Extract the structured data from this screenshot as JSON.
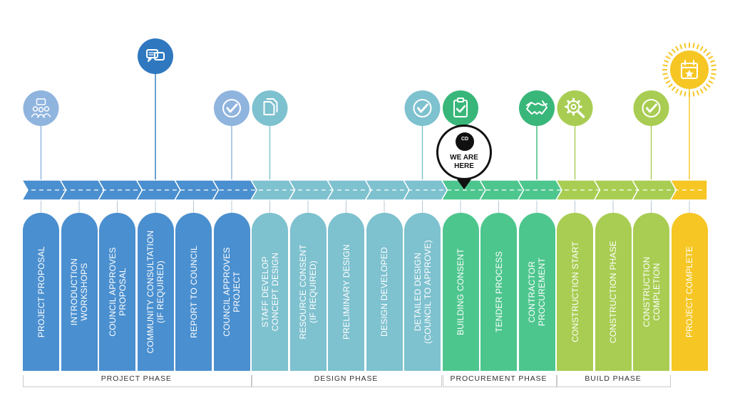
{
  "steps": [
    {
      "label": "PROJECT PROPOSAL",
      "color": "#4a8fcf"
    },
    {
      "label": "INTRODUCTION\nWORKSHOPS",
      "color": "#4a8fcf"
    },
    {
      "label": "COUNCIL APPROVES\nPROPOSAL",
      "color": "#4a8fcf"
    },
    {
      "label": "COMMUNITY CONSULTATION\n(IF REQUIRED)",
      "color": "#4a8fcf"
    },
    {
      "label": "REPORT TO COUNCIL",
      "color": "#4a8fcf"
    },
    {
      "label": "COUNCIL APPROVES\nPROJECT",
      "color": "#4a8fcf"
    },
    {
      "label": "STAFF DEVELOP\nCONCEPT DESIGN",
      "color": "#7ec1cf"
    },
    {
      "label": "RESOURCE CONSENT\n(IF REQUIRED)",
      "color": "#7ec1cf"
    },
    {
      "label": "PRELIMINARY DESIGN",
      "color": "#7ec1cf"
    },
    {
      "label": "DESIGN DEVELOPED",
      "color": "#7ec1cf"
    },
    {
      "label": "DETAILED DESIGN\n(COUNCIL TO APPROVE)",
      "color": "#7ec1cf"
    },
    {
      "label": "BUILDING CONSENT",
      "color": "#4dc68e"
    },
    {
      "label": "TENDER PROCESS",
      "color": "#4dc68e"
    },
    {
      "label": "CONTRACTOR\nPROCUREMENT",
      "color": "#4dc68e"
    },
    {
      "label": "CONSTRUCTION START",
      "color": "#a8cd52"
    },
    {
      "label": "CONSTRUCTION PHASE",
      "color": "#a8cd52"
    },
    {
      "label": "CONSTRUCTION\nCOMPLETION",
      "color": "#a8cd52"
    },
    {
      "label": "PROJECT COMPLETE",
      "color": "#f6c624"
    }
  ],
  "milestones": [
    {
      "step": 0,
      "icon": "meeting-icon",
      "color": "#8fb4de"
    },
    {
      "step": 3,
      "icon": "chat-bubbles-icon",
      "color": "#2f78c0"
    },
    {
      "step": 5,
      "icon": "check-icon",
      "color": "#8fb4de"
    },
    {
      "step": 6,
      "icon": "documents-icon",
      "color": "#7ec1cf"
    },
    {
      "step": 10,
      "icon": "check-icon",
      "color": "#7ec1cf"
    },
    {
      "step": 11,
      "icon": "clipboard-check-icon",
      "color": "#39b77a"
    },
    {
      "step": 13,
      "icon": "handshake-icon",
      "color": "#39b77a"
    },
    {
      "step": 14,
      "icon": "gear-wrench-icon",
      "color": "#a8cd52"
    },
    {
      "step": 16,
      "icon": "check-icon",
      "color": "#a8cd52"
    },
    {
      "step": 17,
      "icon": "calendar-star-icon",
      "color": "#f6c624"
    }
  ],
  "phases": [
    {
      "label": "PROJECT PHASE",
      "from": 0,
      "to": 5
    },
    {
      "label": "DESIGN PHASE",
      "from": 6,
      "to": 10
    },
    {
      "label": "PROCUREMENT PHASE",
      "from": 11,
      "to": 13
    },
    {
      "label": "BUILD PHASE",
      "from": 14,
      "to": 16
    }
  ],
  "current_marker": {
    "step": 11,
    "text": "WE ARE\nHERE",
    "logo_text": "CD"
  }
}
